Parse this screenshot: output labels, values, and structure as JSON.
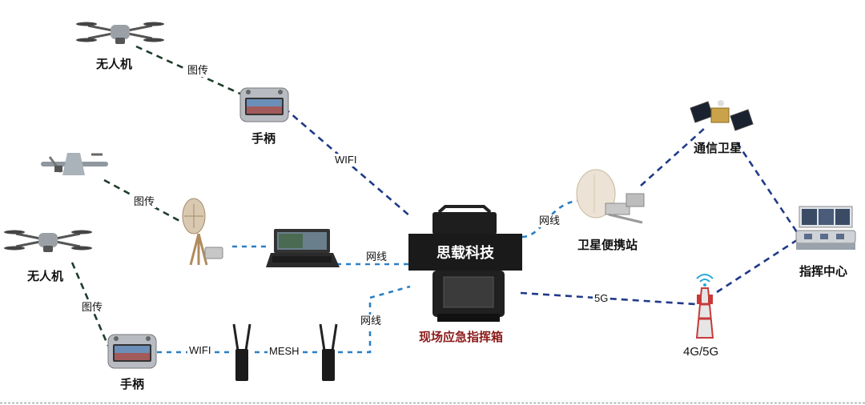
{
  "nodes": {
    "drone_top": "无人机",
    "controller_top": "手柄",
    "drone_left": "无人机",
    "controller_bottom": "手柄",
    "command_kit": "现场应急指挥箱",
    "command_kit_brand": "思载科技",
    "satellite_station": "卫星便携站",
    "satellite": "通信卫星",
    "command_center": "指挥中心",
    "tower": "4G/5G"
  },
  "links": {
    "tuchuan_1": "图传",
    "tuchuan_2": "图传",
    "tuchuan_3": "图传",
    "wifi_top": "WIFI",
    "wangxian_1": "网线",
    "wangxian_2": "网线",
    "wangxian_3": "网线",
    "wifi_bottom": "WIFI",
    "mesh": "MESH",
    "five_g": "5G"
  },
  "colors": {
    "image_link": "#1f3d2b",
    "network_link": "#1f3a8a",
    "cable_link": "#2a7fc4",
    "brand_text": "#8b1a1a"
  }
}
